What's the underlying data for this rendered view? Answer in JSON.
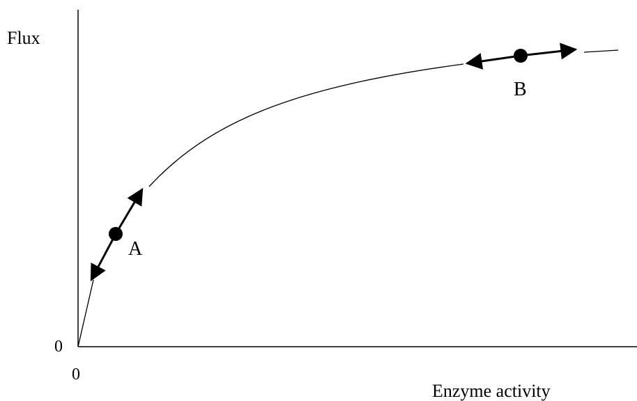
{
  "labels": {
    "y_axis": "Flux",
    "x_axis": "Enzyme activity",
    "origin_y": "0",
    "origin_x": "0",
    "point_a": "A",
    "point_b": "B"
  },
  "colors": {
    "ink": "#000000",
    "background": "#ffffff"
  }
}
